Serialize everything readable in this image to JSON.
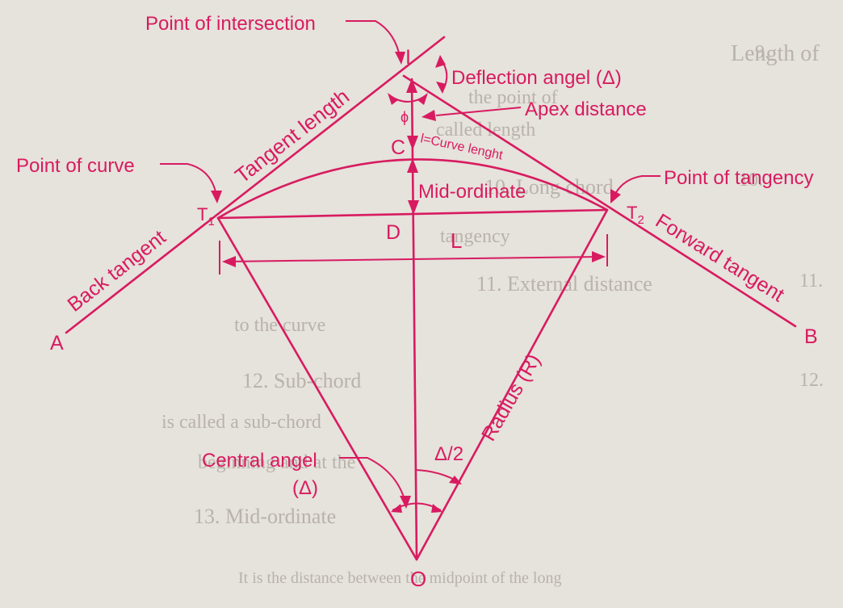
{
  "colors": {
    "diagram": "#d81b60",
    "background": "#e6e2dc",
    "faint_text": "#b9b3aa"
  },
  "labels": {
    "point_of_intersection": "Point of intersection",
    "I": "I",
    "deflection_angle": "Deflection angel (Δ)",
    "tangent_length": "Tangent length",
    "apex_distance": "Apex distance",
    "phi": "ϕ",
    "C": "C",
    "curve_length": "l=Curve lenght",
    "point_of_curve": "Point of curve",
    "point_of_tangency": "Point of tangency",
    "mid_ordinate": "Mid-ordinate",
    "T1": "T",
    "T1_sub": "1",
    "T2": "T",
    "T2_sub": "2",
    "D": "D",
    "L": "L",
    "back_tangent": "Back tangent",
    "forward_tangent": "Forward tangent",
    "A": "A",
    "B": "B",
    "radius": "Radius (R)",
    "half_angle": "Δ/2",
    "central_angle": "Central angel",
    "central_angle_symbol": "(Δ)",
    "O": "O"
  },
  "background_text": {
    "l1": "Length of",
    "l2": "the point of",
    "l3": "called length",
    "l4": "10. Long chord",
    "l5": "tangency",
    "l6": "11. External distance",
    "l7": "to the curve",
    "l8": "12. Sub-chord",
    "l9": "is called a sub-chord",
    "l10": "beginning and at the",
    "l11": "13. Mid-ordinate",
    "l12": "It is the distance between the midpoint of the long",
    "n1": "9.",
    "n2": "10.",
    "n3": "11.",
    "n4": "12."
  }
}
